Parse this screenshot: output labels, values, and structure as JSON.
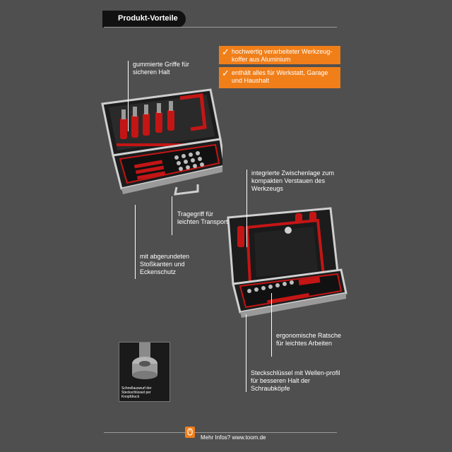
{
  "header": {
    "title": "Produkt-Vorteile"
  },
  "benefits": [
    {
      "text": "hochwertig verarbeiteter Werkzeug-koffer aus Aluminium",
      "icon": "checkmark-icon"
    },
    {
      "text": "enthält alles für Werkstatt, Garage und Haushalt",
      "icon": "checkmark-icon"
    }
  ],
  "callouts": {
    "grips": "gummierte Griffe für sicheren Halt",
    "handle": "Tragegriff für leichten Transport",
    "edges": "mit abgerundeten Stoßkanten und Eckenschutz",
    "insert": "integrierte Zwischenlage zum kompakten Verstauen des Werkzeugs",
    "ratchet": "ergonomische Ratsche für leichtes Arbeiten",
    "sockets": "Steckschlüssel mit Wellen-profil für besseren Halt der Schraubköpfe"
  },
  "thumbnail": {
    "caption": "Schnellauswurf der Steckschlüssel per Knopfdruck"
  },
  "footer": {
    "text": "Mehr Infos? www.toom.de",
    "icon": "info-icon"
  },
  "colors": {
    "background": "#4f4f4f",
    "accent": "#f07f1a",
    "tab": "#111111",
    "case_red": "#d01818"
  }
}
